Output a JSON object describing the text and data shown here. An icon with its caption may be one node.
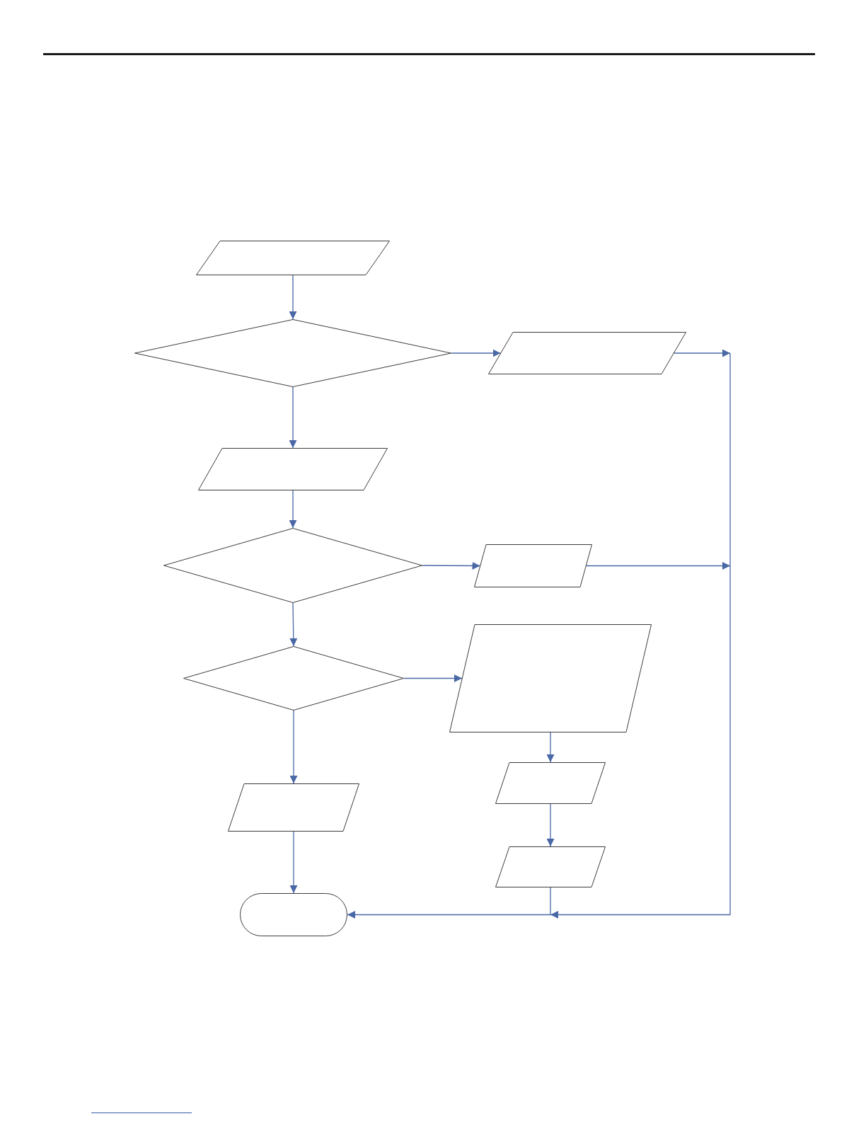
{
  "diagram": {
    "nodes": [
      {
        "text": [],
        "shape": "parallelogram"
      },
      {
        "text": [],
        "shape": "diamond"
      },
      {
        "text": [],
        "shape": "parallelogram"
      },
      {
        "text": [],
        "shape": "parallelogram"
      },
      {
        "text": [],
        "shape": "diamond"
      },
      {
        "text": [],
        "shape": "parallelogram"
      },
      {
        "text": [],
        "shape": "diamond"
      },
      {
        "text": [],
        "shape": "parallelogram"
      },
      {
        "text": [],
        "shape": "parallelogram"
      },
      {
        "text": [],
        "shape": "parallelogram"
      },
      {
        "text": [],
        "shape": "parallelogram"
      },
      {
        "text": [],
        "shape": "pill"
      }
    ],
    "edges": [
      {
        "from": 0,
        "to": 1,
        "arrow": "to"
      },
      {
        "from": 1,
        "to": 2,
        "arrow": "to"
      },
      {
        "from": 1,
        "to": 3,
        "arrow": "to"
      },
      {
        "from": 2,
        "to": 11,
        "arrow": "to"
      },
      {
        "from": 3,
        "to": 4,
        "arrow": "to"
      },
      {
        "from": 4,
        "to": 5,
        "arrow": "to"
      },
      {
        "from": 4,
        "to": 6,
        "arrow": "to"
      },
      {
        "from": 5,
        "to": 11,
        "arrow": "to"
      },
      {
        "from": 6,
        "to": 7,
        "arrow": "to"
      },
      {
        "from": 6,
        "to": 9,
        "arrow": "to"
      },
      {
        "from": 7,
        "to": 8,
        "arrow": "to"
      },
      {
        "from": 8,
        "to": 10,
        "arrow": "to"
      },
      {
        "from": 9,
        "to": 11,
        "arrow": "to"
      },
      {
        "from": 10,
        "to": 11,
        "arrow": "to"
      }
    ]
  }
}
